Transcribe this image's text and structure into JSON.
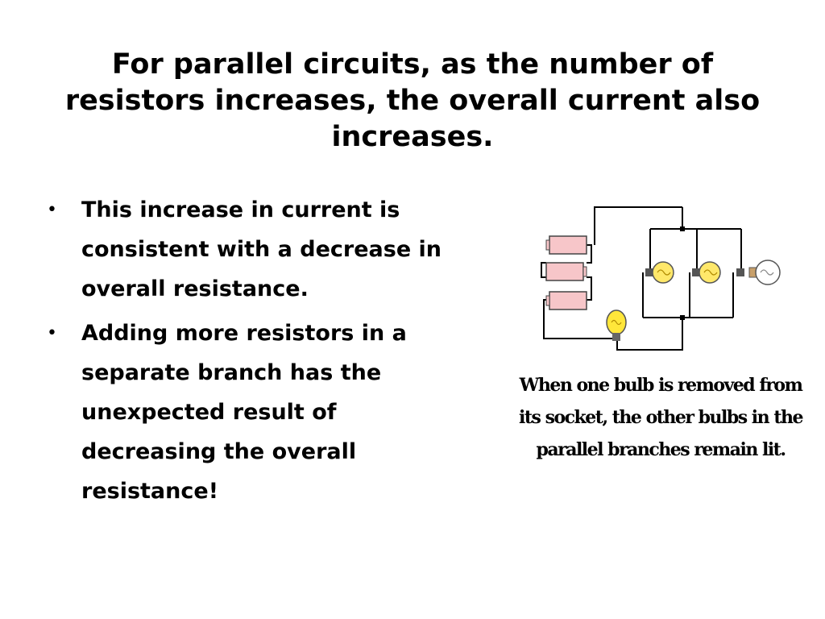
{
  "slide": {
    "title": "For parallel circuits, as the number of resistors increases, the overall current also increases.",
    "bullets": [
      "This increase in current is consistent with a decrease in overall resistance.",
      "Adding more resistors in a separate branch has the unexpected result of decreasing the overall resistance!"
    ],
    "bullet_marker": "•"
  },
  "figure": {
    "caption": "When one bulb is removed from its socket, the other bulbs in the parallel branches remain lit.",
    "icons": [
      "battery-icon",
      "lit-bulb-icon",
      "removed-bulb-icon"
    ],
    "colors": {
      "battery_fill": "#f7c6c9",
      "lit_bulb": "#ffe86a",
      "main_bulb": "#ffe63a",
      "removed_bulb": "#ffffff",
      "wire": "#000000"
    }
  }
}
